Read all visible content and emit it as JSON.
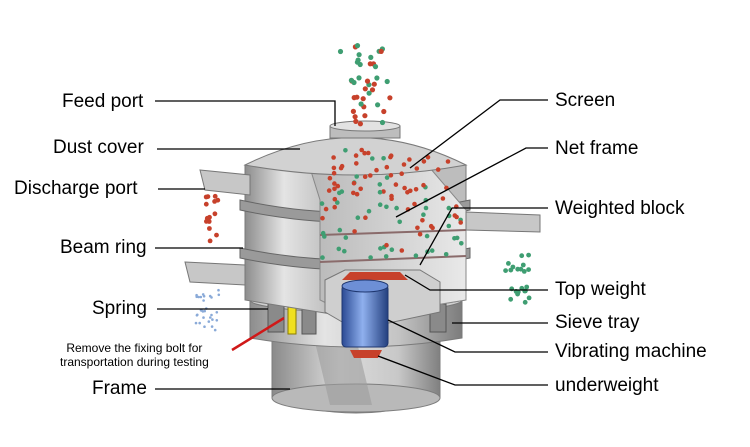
{
  "labels_left": [
    {
      "id": "feed-port",
      "text": "Feed port"
    },
    {
      "id": "dust-cover",
      "text": "Dust cover"
    },
    {
      "id": "discharge-port",
      "text": "Discharge port"
    },
    {
      "id": "beam-ring",
      "text": "Beam ring"
    },
    {
      "id": "spring",
      "text": "Spring"
    },
    {
      "id": "frame",
      "text": "Frame"
    }
  ],
  "labels_right": [
    {
      "id": "screen",
      "text": "Screen"
    },
    {
      "id": "net-frame",
      "text": "Net frame"
    },
    {
      "id": "weighted-block",
      "text": "Weighted block"
    },
    {
      "id": "top-weight",
      "text": "Top weight"
    },
    {
      "id": "sieve-tray",
      "text": "Sieve tray"
    },
    {
      "id": "vibrating-machine",
      "text": "Vibrating machine"
    },
    {
      "id": "underweight",
      "text": "underweight"
    }
  ],
  "note": {
    "line1": "Remove the fixing bolt for",
    "line2": "transportation during testing"
  },
  "colors": {
    "metal_light": "#d9d9d9",
    "metal_mid": "#a9a9a9",
    "metal_dark": "#6e6e6e",
    "particle_red": "#c7412b",
    "particle_green": "#3f9e72",
    "motor_blue": "#3e63b8",
    "bolt_yellow": "#f0e020",
    "arrow_red": "#d01818"
  }
}
